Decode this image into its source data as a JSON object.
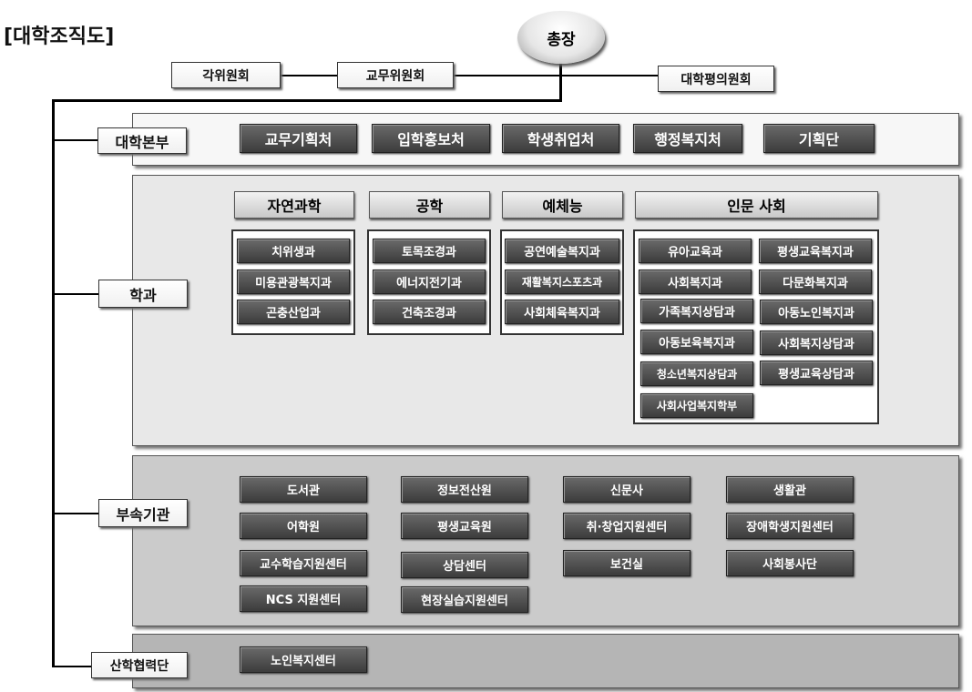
{
  "title": "[대학조직도]",
  "president": "총장",
  "committees": [
    "각위원회",
    "교무위원회",
    "대학평의원회"
  ],
  "sections": {
    "hq": "대학본부",
    "dept": "학과",
    "affil": "부속기관",
    "industry": "산학협력단"
  },
  "hq_units": [
    "교무기획처",
    "입학홍보처",
    "학생취업처",
    "행정복지처",
    "기획단"
  ],
  "fields": [
    {
      "name": "자연과학",
      "depts": [
        "치위생과",
        "미용관광복지과",
        "곤충산업과"
      ]
    },
    {
      "name": "공학",
      "depts": [
        "토목조경과",
        "에너지전기과",
        "건축조경과"
      ]
    },
    {
      "name": "예체능",
      "depts": [
        "공연예술복지과",
        "재활복지스포츠과",
        "사회체육복지과"
      ]
    },
    {
      "name": "인문 사회",
      "depts": [
        "유아교육과",
        "평생교육복지과",
        "사회복지과",
        "다문화복지과",
        "가족복지상담과",
        "아동노인복지과",
        "아동보육복지과",
        "사회복지상담과",
        "청소년복지상담과",
        "평생교육상담과",
        "사회사업복지학부"
      ]
    }
  ],
  "affiliates": [
    [
      "도서관",
      "어학원",
      "교수학습지원센터",
      "NCS 지원센터"
    ],
    [
      "정보전산원",
      "평생교육원",
      "상담센터",
      "현장실습지원센터"
    ],
    [
      "신문사",
      "취·창업지원센터",
      "보건실"
    ],
    [
      "생활관",
      "장애학생지원센터",
      "사회봉사단"
    ]
  ],
  "industry_units": [
    "노인복지센터"
  ]
}
